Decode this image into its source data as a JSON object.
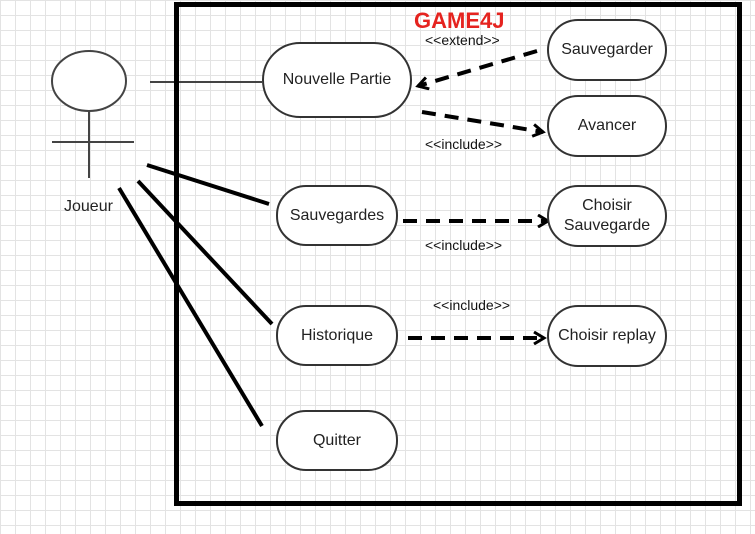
{
  "title": "GAME4J",
  "actor": {
    "label": "Joueur"
  },
  "use_cases": {
    "nouvelle_partie": "Nouvelle Partie",
    "sauvegarder": "Sauvegarder",
    "avancer": "Avancer",
    "sauvegardes": "Sauvegardes",
    "choisir_sauvegarde": "Choisir\nSauvegarde",
    "historique": "Historique",
    "choisir_replay": "Choisir replay",
    "quitter": "Quitter"
  },
  "relations": {
    "extend": "<<extend>>",
    "include_avancer": "<<include>>",
    "include_choisir_sauvegarde": "<<include>>",
    "include_choisir_replay": "<<include>>"
  }
}
